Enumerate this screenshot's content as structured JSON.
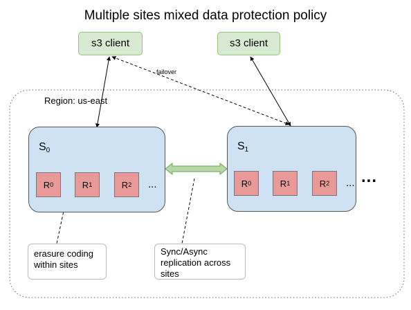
{
  "title": "Multiple sites mixed data protection policy",
  "clients": [
    {
      "label": "s3 client"
    },
    {
      "label": "s3 client"
    }
  ],
  "failover_label": "failover",
  "region": {
    "label": "Region: us-east"
  },
  "sites": [
    {
      "name": "S",
      "sub": "0",
      "replicas": [
        {
          "name": "R",
          "sub": "0"
        },
        {
          "name": "R",
          "sub": "1"
        },
        {
          "name": "R",
          "sub": "2"
        }
      ],
      "more": "..."
    },
    {
      "name": "S",
      "sub": "1",
      "replicas": [
        {
          "name": "R",
          "sub": "0"
        },
        {
          "name": "R",
          "sub": "1"
        },
        {
          "name": "R",
          "sub": "2"
        }
      ],
      "more": "..."
    }
  ],
  "more_sites": "...",
  "notes": {
    "erasure": "erasure coding within sites",
    "replication": "Sync/Async replication across sites"
  },
  "colors": {
    "client_fill": "#d9ead3",
    "site_fill": "#cfe2f3",
    "replica_fill": "#ea9999",
    "replication_arrow": "#b6d7a8"
  }
}
